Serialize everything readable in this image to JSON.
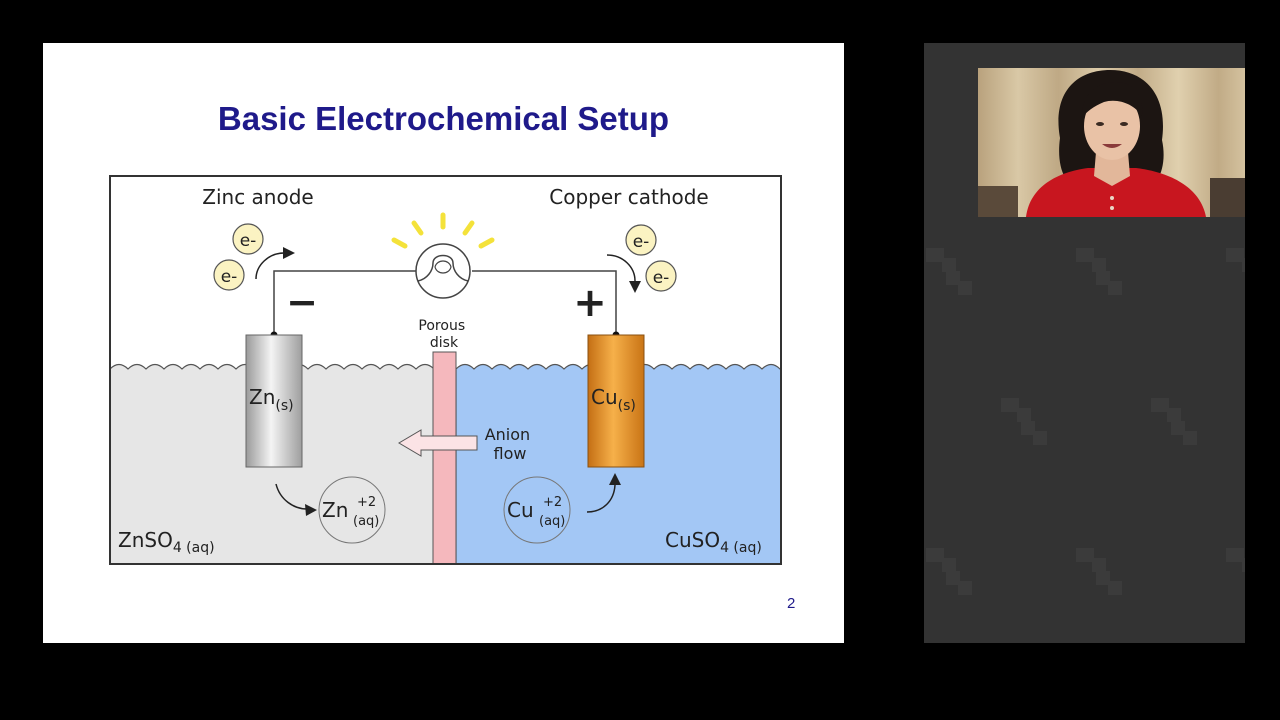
{
  "slide": {
    "title": "Basic Electrochemical Setup",
    "page_number": "2"
  },
  "diagram": {
    "anode_label": "Zinc anode",
    "cathode_label": "Copper cathode",
    "electron": "e-",
    "minus_sign": "−",
    "plus_sign": "+",
    "porous_label_line1": "Porous",
    "porous_label_line2": "disk",
    "zn_electrode": {
      "symbol": "Zn",
      "state": "(s)"
    },
    "cu_electrode": {
      "symbol": "Cu",
      "state": "(s)"
    },
    "zn_ion": {
      "symbol": "Zn",
      "charge": "+2",
      "state": "(aq)"
    },
    "cu_ion": {
      "symbol": "Cu",
      "charge": "+2",
      "state": "(aq)"
    },
    "anion_line1": "Anion",
    "anion_line2": "flow",
    "left_solution": {
      "formula": "ZnSO",
      "subscript": "4 (aq)"
    },
    "right_solution": {
      "formula": "CuSO",
      "subscript": "4 (aq)"
    }
  },
  "colors": {
    "title": "#1f1a8a",
    "zinc_solution": "#e6e6e6",
    "copper_solution": "#a3c7f5",
    "porous_disk": "#f5b8bd",
    "copper_electrode": "#e8952c",
    "electron_fill": "#fbf3c2",
    "bulb_rays": "#f4e23a",
    "side_panel": "#333333",
    "presenter_shirt": "#c8161f"
  },
  "video": {
    "participant": "presenter-camera"
  }
}
